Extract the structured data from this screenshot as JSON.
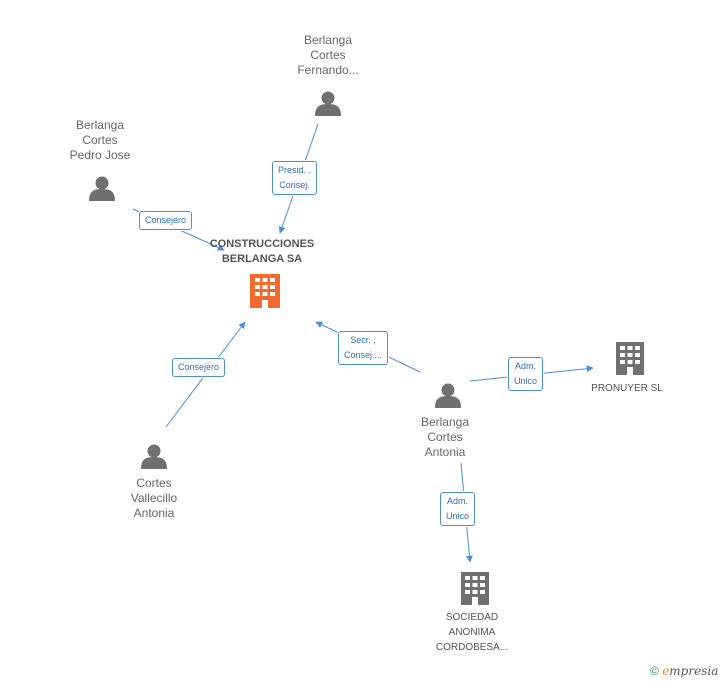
{
  "nodes": {
    "center": {
      "name_line1": "CONSTRUCCIONES",
      "name_line2": "BERLANGA SA"
    },
    "fernando": {
      "line1": "Berlanga",
      "line2": "Cortes",
      "line3": "Fernando..."
    },
    "pedro": {
      "line1": "Berlanga",
      "line2": "Cortes",
      "line3": "Pedro Jose"
    },
    "vallecillo": {
      "line1": "Cortes",
      "line2": "Vallecillo",
      "line3": "Antonia"
    },
    "antonia": {
      "line1": "Berlanga",
      "line2": "Cortes",
      "line3": "Antonia"
    },
    "pronuyer": {
      "line1": "PRONUYER SL"
    },
    "sociedad": {
      "line1": "SOCIEDAD",
      "line2": "ANONIMA",
      "line3": "CORDOBESA..."
    }
  },
  "edges": {
    "fernando_center": {
      "line1": "Presid. ,",
      "line2": "Consej."
    },
    "pedro_center": {
      "line1": "Consejero"
    },
    "vallecillo_center": {
      "line1": "Consejero"
    },
    "antonia_center": {
      "line1": "Secr. ,",
      "line2": "Consej...."
    },
    "antonia_pronuyer": {
      "line1": "Adm.",
      "line2": "Unico"
    },
    "antonia_sociedad": {
      "line1": "Adm.",
      "line2": "Unico"
    }
  },
  "colors": {
    "edge": "#4a8fd8",
    "person_icon": "#707070",
    "center_company_icon": "#f26a2e",
    "company_icon": "#707070"
  },
  "icons": {
    "person": "person-icon",
    "company": "building-icon"
  },
  "footer": {
    "copyright": "©",
    "brand_prefix": "",
    "brand_accent": "e",
    "brand_rest": "mpresia"
  }
}
